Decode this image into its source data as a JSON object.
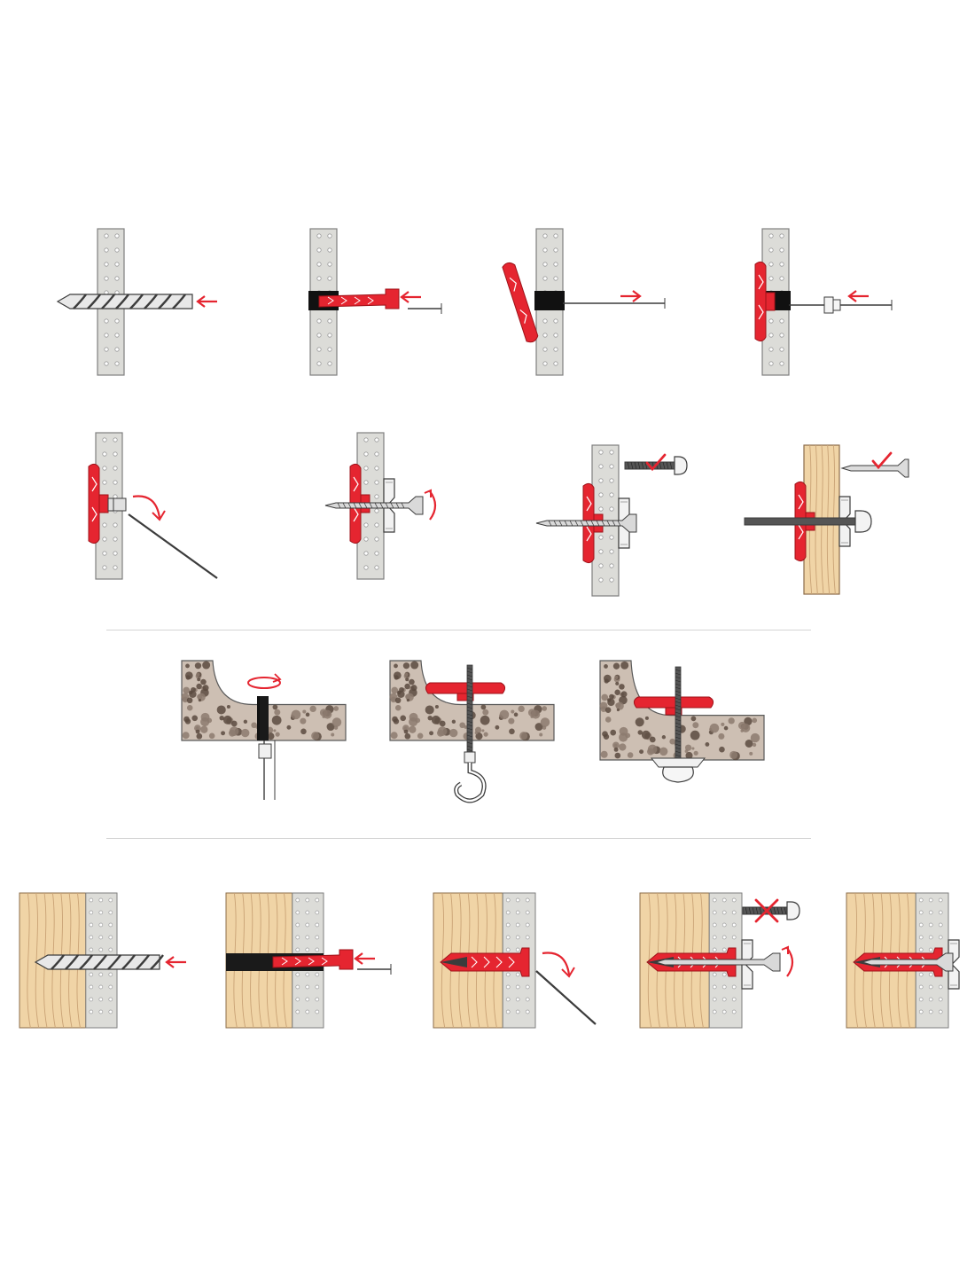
{
  "title": "",
  "colors": {
    "plugRed": "#e52530",
    "plugDark": "#9e1219",
    "board": "#dcdcd8",
    "boardEdge": "#7e7e7e",
    "wood": "#f0d4a6",
    "woodGrain": "#c9a275",
    "concrete": "#cdbfb3",
    "concreteDot": "#5b4a40",
    "metal": "#b9b9b9",
    "ink": "#3c3c3c",
    "divider": "#d4d4d4"
  },
  "sections": [
    {
      "name": "plasterboard-cavity",
      "panels": [
        {
          "name": "step-drill-hole",
          "step": 1,
          "icons": [
            "drill-bit-icon",
            "arrow-in-icon"
          ]
        },
        {
          "name": "step-insert-plug",
          "step": 2,
          "icons": [
            "plug-icon",
            "arrow-in-icon"
          ]
        },
        {
          "name": "step-plug-tilts",
          "step": 3,
          "icons": [
            "plug-icon",
            "arrow-out-icon"
          ]
        },
        {
          "name": "step-push-collar",
          "step": 4,
          "icons": [
            "plug-icon",
            "arrow-in-icon"
          ]
        },
        {
          "name": "step-snap-off-rod",
          "step": 5,
          "icons": [
            "plug-icon",
            "bend-arrow-icon"
          ]
        },
        {
          "name": "step-fix-screw",
          "step": 6,
          "icons": [
            "plug-icon",
            "screw-icon",
            "rotate-icon"
          ]
        },
        {
          "name": "step-bolt-option",
          "step": 7,
          "icons": [
            "plug-icon",
            "bolt-icon",
            "check-icon"
          ]
        },
        {
          "name": "step-wood-backing",
          "step": 8,
          "icons": [
            "plug-icon",
            "screw-icon",
            "check-icon"
          ]
        }
      ]
    },
    {
      "name": "hollow-ceiling",
      "panels": [
        {
          "name": "step-drill-ceiling",
          "step": 1,
          "icons": [
            "drill-icon",
            "rotate-icon"
          ]
        },
        {
          "name": "step-ceiling-hook",
          "step": 2,
          "icons": [
            "plug-icon",
            "hook-icon"
          ]
        },
        {
          "name": "step-ceiling-bolt",
          "step": 3,
          "icons": [
            "plug-icon",
            "bolt-icon"
          ]
        }
      ]
    },
    {
      "name": "solid-wall",
      "panels": [
        {
          "name": "step-drill-solid",
          "step": 1,
          "icons": [
            "drill-bit-icon",
            "arrow-in-icon"
          ]
        },
        {
          "name": "step-insert-solid",
          "step": 2,
          "icons": [
            "plug-icon",
            "arrow-in-icon"
          ]
        },
        {
          "name": "step-remove-rod",
          "step": 3,
          "icons": [
            "plug-icon",
            "bend-arrow-icon"
          ]
        },
        {
          "name": "step-screw-solid",
          "step": 4,
          "icons": [
            "plug-icon",
            "screw-icon",
            "cross-icon",
            "rotate-icon"
          ]
        },
        {
          "name": "step-finished",
          "step": 5,
          "icons": [
            "plug-icon",
            "screw-icon"
          ]
        }
      ]
    }
  ]
}
